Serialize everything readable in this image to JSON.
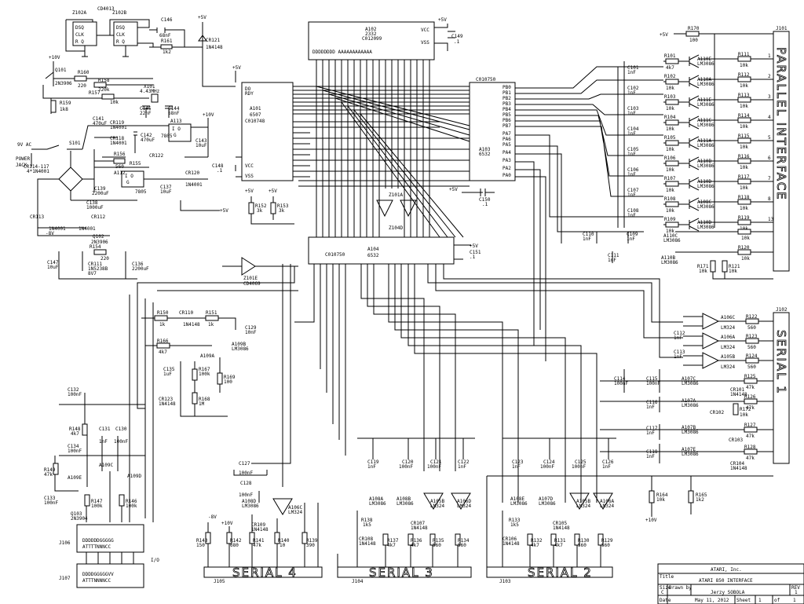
{
  "title_block": {
    "company": "ATARI, Inc.",
    "title_label": "Title",
    "title": "ATARI 850 INTERFACE",
    "size_label": "Size",
    "size": "C",
    "drawn_label": "Drawn by",
    "drawn_by": "Jerzy SOBOLA",
    "rev_label": "REV",
    "rev": "1",
    "date_label": "Date",
    "date": "May 11, 2012",
    "sheet_label": "Sheet",
    "sheet": "1",
    "of_label": "of",
    "of": "1"
  },
  "connectors": {
    "parallel_name": "J101",
    "parallel_title": "PARALLEL INTERFACE",
    "serial1_name": "J102",
    "serial1_title": "SERIAL 1",
    "serial4_name": "J105",
    "serial4_title": "SERIAL 4",
    "serial3_name": "J104",
    "serial3_title": "SERIAL 3",
    "serial2_name": "J103",
    "serial2_title": "SERIAL 2",
    "j106": "J106",
    "j107": "J107",
    "io_label": "I/O"
  },
  "chips": {
    "a102": {
      "ref": "A102",
      "part": "2332",
      "code": "C012099"
    },
    "a101": {
      "ref": "A101",
      "part": "6507",
      "code": "C010748"
    },
    "a103": {
      "ref": "A103",
      "part": "6532",
      "code": "C010750"
    },
    "a104": {
      "ref": "A104",
      "part": "6532",
      "code": "C010750"
    },
    "z102a": {
      "ref": "Z102A"
    },
    "z102b": {
      "ref": "Z102B"
    },
    "cd4013": {
      "ref": "CD4013"
    },
    "z101e": {
      "ref": "Z101E",
      "part": "CD4069"
    },
    "a113": {
      "ref": "A113",
      "part": "7805"
    },
    "a112": {
      "ref": "A112",
      "part": "7805"
    }
  },
  "power": {
    "vac": "9V AC",
    "jack1": "POWER",
    "jack2": "JACK",
    "s101": "S101",
    "bridge": "CR114-117",
    "bridge_part": "4*1N4001",
    "p5v": "+5V",
    "p10v": "+10V",
    "m8v": "-8V"
  },
  "parallel_rows": [
    {
      "r1": "R101",
      "v1": "4k7",
      "q": "A110E",
      "r2": "R111",
      "v2": "10k",
      "pin": "1"
    },
    {
      "r1": "R102",
      "v1": "10k",
      "q": "A110A",
      "r2": "R112",
      "v2": "10k",
      "pin": "2"
    },
    {
      "r1": "R103",
      "v1": "10k",
      "q": "A111E",
      "r2": "R113",
      "v2": "10k",
      "pin": "3"
    },
    {
      "r1": "R104",
      "v1": "10k",
      "q": "A111C",
      "r2": "R114",
      "v2": "10k",
      "pin": "4"
    },
    {
      "r1": "R105",
      "v1": "10k",
      "q": "A111A",
      "r2": "R115",
      "v2": "10k",
      "pin": "5"
    },
    {
      "r1": "R106",
      "v1": "10k",
      "q": "A110B",
      "r2": "R116",
      "v2": "10k",
      "pin": "6"
    },
    {
      "r1": "R107",
      "v1": "10k",
      "q": "A110D",
      "r2": "R117",
      "v2": "10k",
      "pin": "7"
    },
    {
      "r1": "R108",
      "v1": "10k",
      "q": "A108C",
      "r2": "R118",
      "v2": "10k",
      "pin": "8"
    },
    {
      "r1": "R109",
      "v1": "10k",
      "q": "A110D",
      "r2": "R119",
      "v2": "10k",
      "pin": "13"
    }
  ],
  "caps_mid": [
    {
      "ref": "C101",
      "val": "1nF"
    },
    {
      "ref": "C102",
      "val": "1nF"
    },
    {
      "ref": "C103",
      "val": "1nF"
    },
    {
      "ref": "C104",
      "val": "1nF"
    },
    {
      "ref": "C105",
      "val": "1nF"
    },
    {
      "ref": "C106",
      "val": "1nF"
    },
    {
      "ref": "C107",
      "val": "1nF"
    },
    {
      "ref": "C108",
      "val": "1nF"
    }
  ],
  "serial1_rows": [
    {
      "q": "A106C",
      "part": "LM324",
      "r": "R122",
      "v": "560"
    },
    {
      "q": "A106A",
      "part": "LM324",
      "r": "R123",
      "v": "560"
    },
    {
      "q": "A105B",
      "part": "LM324",
      "r": "R124",
      "v": "560"
    }
  ],
  "labels": {
    "r170": "R170",
    "r170v": "100",
    "l_a110c": "A110C",
    "l_a110b": "A110B",
    "lm3086": "LM3086",
    "r120": "R120",
    "r120v": "10k",
    "r171": "R171",
    "r171v": "10k",
    "r121": "R121",
    "r121v": "10k",
    "c110": "C110",
    "c109": "C109",
    "c111": "C111",
    "cv1": "1nF",
    "c112": "C112",
    "c113": "C113",
    "a107c": "A107C",
    "a107a": "A107A",
    "a107b": "A107B",
    "a107e": "A107E",
    "cr101": "CR101",
    "cr102": "CR102",
    "cr103": "CR103",
    "cr104": "CR104",
    "n4148": "1N4148",
    "r125": "R125",
    "r126": "R126",
    "r127": "R127",
    "r128": "R128",
    "r172": "R172",
    "v47k": "47k",
    "v10k": "10k",
    "c114": "C114",
    "c115": "C115",
    "c116": "C116",
    "c117": "C117",
    "c118": "C118",
    "v100n": "100nF",
    "v1n": "1nF",
    "c149": "C149",
    "c149v": ".1",
    "c150": "C150",
    "c150v": ".1",
    "c151": "C151",
    "c151v": ".1",
    "c148": "C148",
    "c148v": ".1",
    "r152": "R152",
    "r153": "R153",
    "v3k": "3k",
    "z101a": "Z101A",
    "z104d": "Z104D",
    "c146": "C146",
    "c146v": "68nF",
    "r161": "R161",
    "r161v": "1k2",
    "cr121": "CR121",
    "q101": "Q101",
    "q101p": "2N3906",
    "r160": "R160",
    "r160v": "220",
    "r158": "R158",
    "r158v": "220k",
    "r157": "R157",
    "r157v": "10k",
    "r159": "R159",
    "r159v": "1k8",
    "x101": "X101",
    "x101v": "4.43MHz",
    "c145": "C145",
    "c145v": "22nF",
    "c144": "C144",
    "c144v": "68nF",
    "c141": "C141",
    "c141v": "470uF",
    "cr119": "CR119",
    "cr118": "CR118",
    "c142": "C142",
    "c142v": "470uF",
    "r156": "R156",
    "r156v": "560",
    "r155": "R155",
    "cr122": "CR122",
    "c143": "C143",
    "c143v": "10uF",
    "cr120": "CR120",
    "n4001": "1N4001",
    "c139": "C139",
    "c139v": "2200uF",
    "c137": "C137",
    "c137v": "10uF",
    "c138": "C138",
    "c138v": "1000uF",
    "cr113": "CR113",
    "cr112": "CR112",
    "q102": "Q102",
    "q102p": "2N3906",
    "r154": "R154",
    "r154v": "220",
    "c147": "C147",
    "c147v": "10uF",
    "cr111": "CR111",
    "cr111p": "1N5238B",
    "cr111v": "8V7",
    "c136": "C136",
    "c136v": "2200uF",
    "r150": "R150",
    "r150v": "1k",
    "cr110": "CR110",
    "r151": "R151",
    "r151v": "1k",
    "c129": "C129",
    "c129v": "10nF",
    "r166": "R166",
    "r166v": "4k7",
    "a109b": "A109B",
    "a109a": "A109A",
    "c135": "C135",
    "c135v": "1uF",
    "r167": "R167",
    "r167v": "100k",
    "r169": "R169",
    "r169v": "100",
    "cr123": "CR123",
    "r168": "R168",
    "r168v": "1M",
    "c132": "C132",
    "c132v": "100nF",
    "r148": "R148",
    "r148v": "4k7",
    "c131": "C131",
    "c130": "C130",
    "c134": "C134",
    "c134v": "100nF",
    "r149": "R149",
    "r149v": "47k",
    "a109e": "A109E",
    "a109c": "A109C",
    "a109d": "A109D",
    "c133": "C133",
    "c133v": "100nF",
    "q103": "Q103",
    "q103p": "2N3904",
    "r147": "R147",
    "r147v": "100k",
    "r146": "R146",
    "r146v": "100k",
    "c127": "C127",
    "c128": "C128",
    "a108d": "A108D",
    "cr109": "CR109",
    "a106c": "A106C",
    "r143": "R143",
    "r143v": "150",
    "r142": "R142",
    "r142v": "680",
    "r141": "R141",
    "r141v": "47k",
    "r140": "R140",
    "r140v": "10",
    "r139": "R139",
    "r139v": "390",
    "c119": "C119",
    "c120": "C120",
    "c121": "C121",
    "c122": "C122",
    "a108a": "A108A",
    "a108b": "A108B",
    "a105b": "A105B",
    "a106d": "A106D",
    "r138": "R138",
    "r138v": "1k5",
    "cr108": "CR108",
    "cr107": "CR107",
    "r137": "R137",
    "r136": "R136",
    "r135": "R135",
    "r134": "R134",
    "v4k7": "4k7",
    "v560": "560",
    "c123": "C123",
    "c124": "C124",
    "c125": "C125",
    "c126": "C126",
    "a108e": "A108E",
    "a107d": "A107D",
    "a105b2": "A105B",
    "a106a": "A106A",
    "r133": "R133",
    "r133v": "1k5",
    "cr106": "CR106",
    "cr105": "CR105",
    "r132": "R132",
    "r131": "R131",
    "r130": "R130",
    "r129": "R129",
    "r164": "R164",
    "r164v": "10k",
    "r165": "R165",
    "r165v": "1k2",
    "p10v2": "+10V",
    "m8": "-8V",
    "p10": "+10V"
  }
}
